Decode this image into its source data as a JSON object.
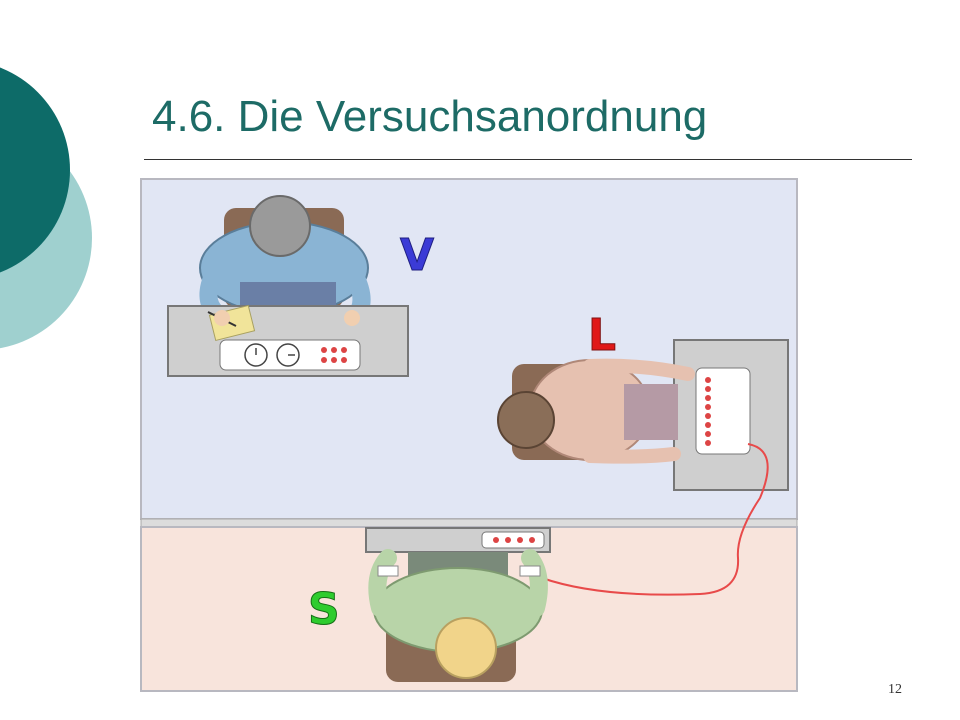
{
  "slide": {
    "title": "4.6. Die Versuchsanordnung",
    "page_number": "12"
  },
  "figure": {
    "labels": {
      "teacher": "V",
      "learner": "L",
      "subject": "S"
    },
    "colors": {
      "teacher_label": "#3b3bd6",
      "learner_label": "#e01818",
      "subject_label": "#2ecc2e",
      "accent_dark": "#0d6b68",
      "accent_light": "#9fd0cf",
      "room_top": "#e1e6f4",
      "room_bottom": "#f8e4dc"
    }
  }
}
